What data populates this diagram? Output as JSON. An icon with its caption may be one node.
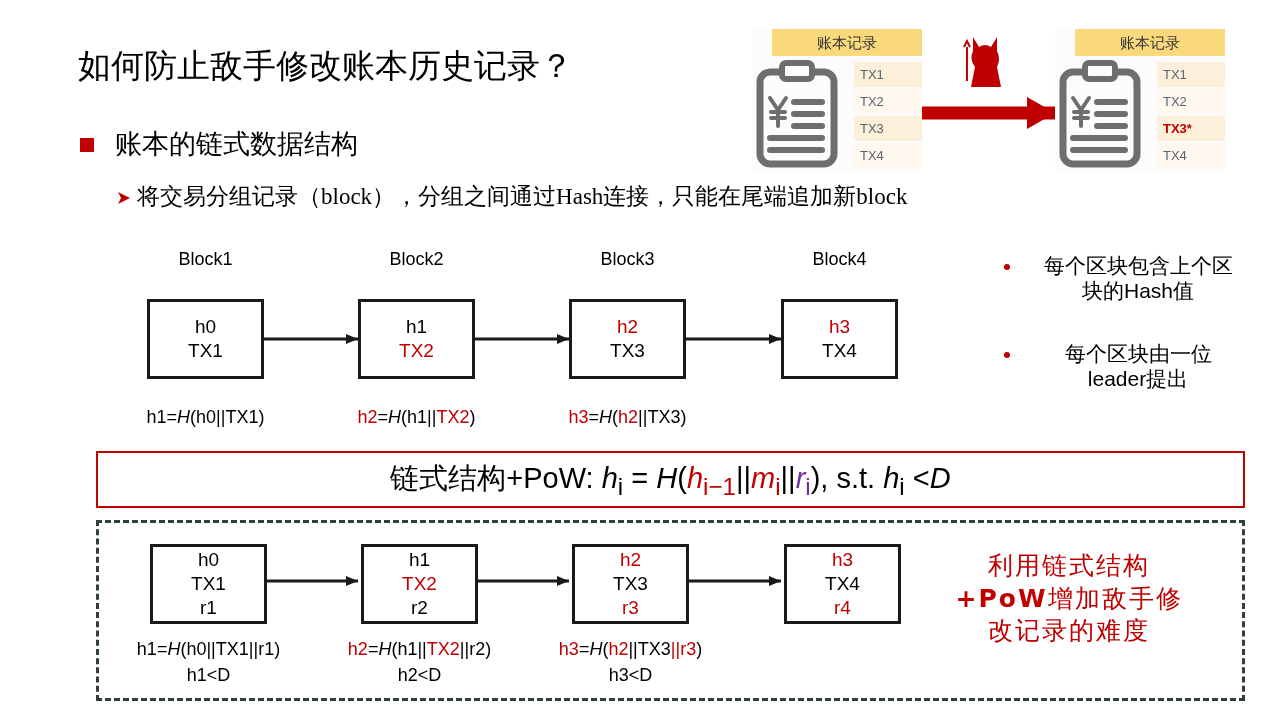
{
  "diagram": {
    "title": "如何防止敌手修改账本历史记录？",
    "nodes": [
      {
        "text": [
          "h0",
          "TX1"
        ],
        "beside": [
          "Block1",
          "h1=*H*(h0||TX1)"
        ]
      },
      {
        "text": [
          "h1",
          "TX2"
        ],
        "beside": [
          "Block2",
          "h2=*H*(h1||TX2)"
        ]
      },
      {
        "text": [
          "h2",
          "TX3"
        ],
        "beside": [
          "Block3",
          "h3=*H*(h2||TX3)"
        ]
      },
      {
        "text": [
          "h3",
          "TX4"
        ],
        "beside": [
          "Block4"
        ]
      },
      {
        "text": [
          "链式结构+PoW: *h*$_{i}$ = *H*(*h*$_{i−1}$||*m*$_{i}$||*r*$_{i}$), s.t. *h*$_{i}$ <*D*"
        ]
      },
      {
        "text": [
          "利用链式结构**+PoW**增加敌手修改记录的难度"
        ]
      },
      {
        "text": [
          "h0",
          "TX1",
          "r1"
        ],
        "in": 5,
        "beside": [
          "h1=*H*(h0||TX1||r1)",
          "h1<D"
        ]
      },
      {
        "text": [
          "h1",
          "TX2",
          "r2"
        ],
        "in": 5,
        "beside": [
          "h2=*H*(h1||TX2||r2)",
          "h2<D"
        ]
      },
      {
        "text": [
          "h2",
          "TX3",
          "r3"
        ],
        "in": 5,
        "beside": [
          "h3=*H*(h2||TX3||r3)",
          "h3<D"
        ]
      },
      {
        "text": [
          "h3",
          "TX4",
          "r4"
        ],
        "in": 5
      },
      {
        "text": [
          "账本记录",
          "TX1",
          "TX2",
          "TX3",
          "TX4"
        ]
      },
      {
        "text": [
          "账本记录",
          "TX1",
          "TX2",
          "TX3*",
          "TX4"
        ]
      }
    ],
    "edges": [
      {
        "from": 0,
        "to": 1,
        "arrow": "to"
      },
      {
        "from": 1,
        "to": 2,
        "arrow": "to"
      },
      {
        "from": 2,
        "to": 3,
        "arrow": "to"
      },
      {
        "from": 6,
        "to": 7,
        "arrow": "to"
      },
      {
        "from": 7,
        "to": 8,
        "arrow": "to"
      },
      {
        "from": 8,
        "to": 9,
        "arrow": "to"
      },
      {
        "from": 10,
        "to": 11,
        "arrow": "to",
        "style": "thick",
        "color": "#c00000"
      }
    ],
    "labels": [
      "账本的链式数据结构",
      "将交易分组记录（block），分组之间通过Hash连接，只能在尾端追加新block",
      "每个区块包含上个区块的Hash值",
      "每个区块由一位leader提出"
    ]
  }
}
